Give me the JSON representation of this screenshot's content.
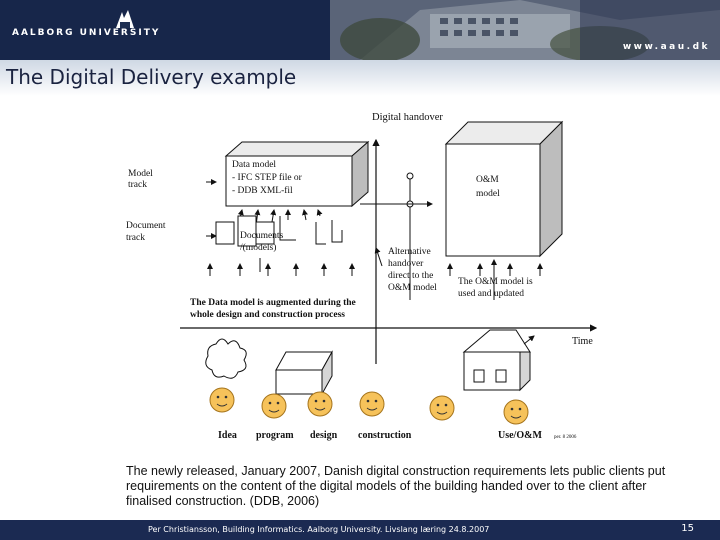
{
  "header": {
    "university_logo_text": "AALBORG UNIVERSITY",
    "site_url": "www.aau.dk",
    "logo_icon": "aau-logo-icon"
  },
  "slide": {
    "title": "The Digital Delivery example"
  },
  "figure": {
    "heading": "Digital handover",
    "model_track_line1": "Model",
    "model_track_line2": "track",
    "document_track_line1": "Document",
    "document_track_line2": "track",
    "data_model_line1": "Data model",
    "data_model_line2": "- IFC STEP file or",
    "data_model_line3": "- DDB XML-fil",
    "documents_line1": "Documents",
    "documents_line2": "/(models)",
    "om_model_line1": "O&M",
    "om_model_line2": "model",
    "alt_line1": "Alternative",
    "alt_line2": "handover",
    "alt_line3": "direct to the",
    "alt_line4": "O&M model",
    "om_updated_line1": "The O&M model is",
    "om_updated_line2": "used and updated",
    "augmented_line1": "The Data model is augmented during the",
    "augmented_line2": "whole design and construction process",
    "time_label": "Time",
    "phase_idea": "Idea",
    "phase_program": "program",
    "phase_design": "design",
    "phase_construction": "construction",
    "phase_use": "Use/O&M",
    "small_credit": "per. 8 2006"
  },
  "caption": "The newly released, January 2007, Danish digital construction requirements lets public clients put requirements on the content of the digital models of the building handed over to the client after finalised construction. (DDB, 2006)",
  "footer": {
    "text": "Per Christiansson, Building Informatics. Aalborg University.    Livslang læring 24.8.2007",
    "page_number": "15"
  }
}
